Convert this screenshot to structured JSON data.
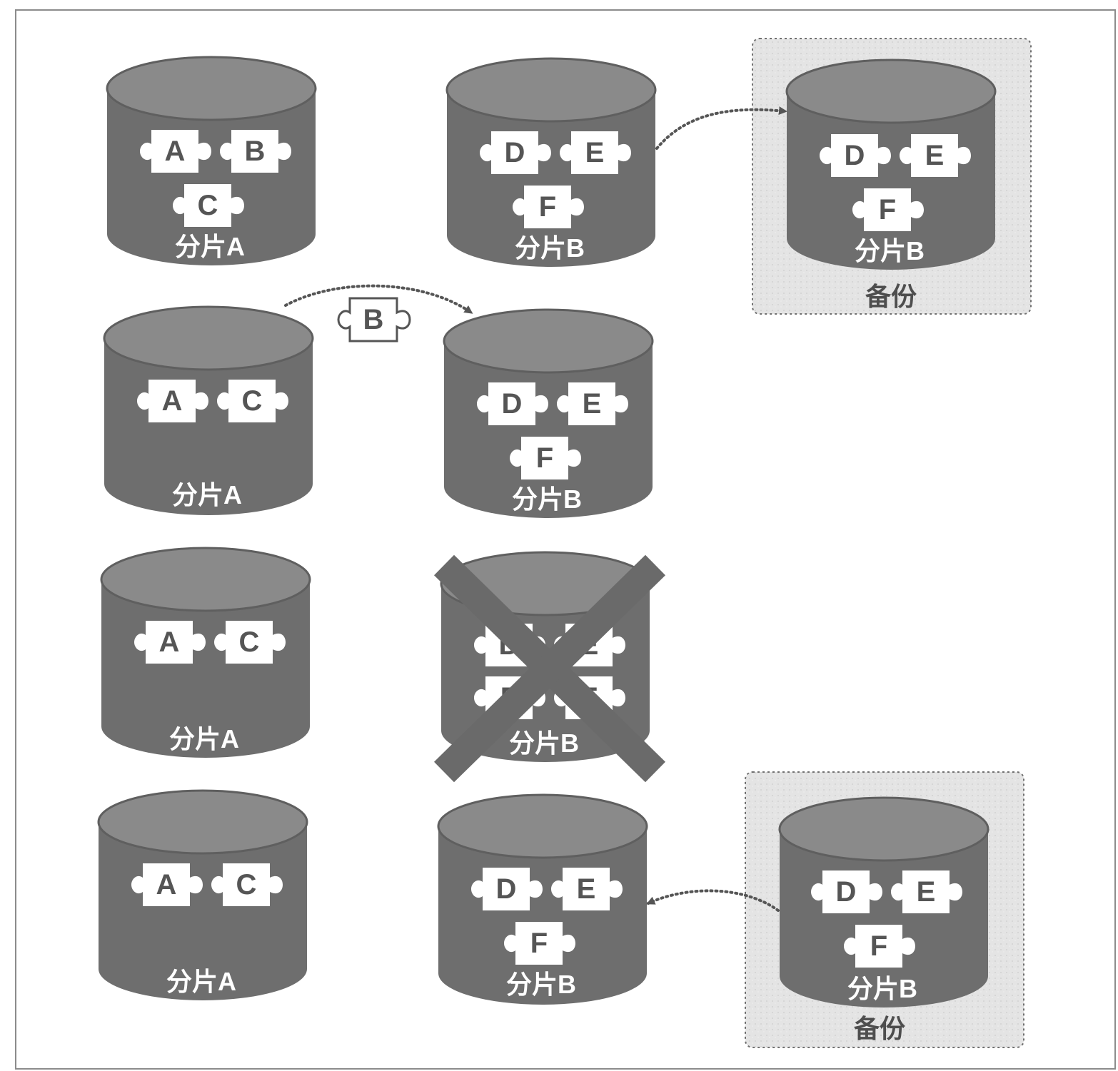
{
  "colors": {
    "cylinder_body": "#6e6e6e",
    "cylinder_top": "#8a8a8a",
    "cylinder_outline": "#5f5f5f",
    "piece_fill": "#ffffff",
    "backup_bg": "#e6e6e6",
    "arrow": "#555555",
    "cross": "#6a6a6a",
    "frame": "#8c8c8c"
  },
  "labels": {
    "shard_a": "分片A",
    "shard_b": "分片B",
    "backup": "备份"
  },
  "pieces": {
    "a": "A",
    "b": "B",
    "c": "C",
    "d": "D",
    "e": "E",
    "f": "F"
  },
  "rows": [
    {
      "shard_a_pieces": [
        "A",
        "B",
        "C"
      ],
      "shard_b_pieces": [
        "D",
        "E",
        "F"
      ],
      "shard_b_failed": false,
      "backup": {
        "pieces": [
          "D",
          "E",
          "F"
        ],
        "label": "备份",
        "arrow_direction": "shard_b_to_backup"
      }
    },
    {
      "shard_a_pieces": [
        "A",
        "C"
      ],
      "shard_b_pieces": [
        "D",
        "E",
        "F"
      ],
      "shard_b_failed": false,
      "migration": {
        "piece": "B",
        "from": "shard_a",
        "to": "shard_b"
      }
    },
    {
      "shard_a_pieces": [
        "A",
        "C"
      ],
      "shard_b_pieces": [
        "D",
        "E",
        "F"
      ],
      "shard_b_failed": true
    },
    {
      "shard_a_pieces": [
        "A",
        "C"
      ],
      "shard_b_pieces": [
        "D",
        "E",
        "F"
      ],
      "shard_b_failed": false,
      "backup": {
        "pieces": [
          "D",
          "E",
          "F"
        ],
        "label": "备份",
        "arrow_direction": "backup_to_shard_b"
      }
    }
  ]
}
